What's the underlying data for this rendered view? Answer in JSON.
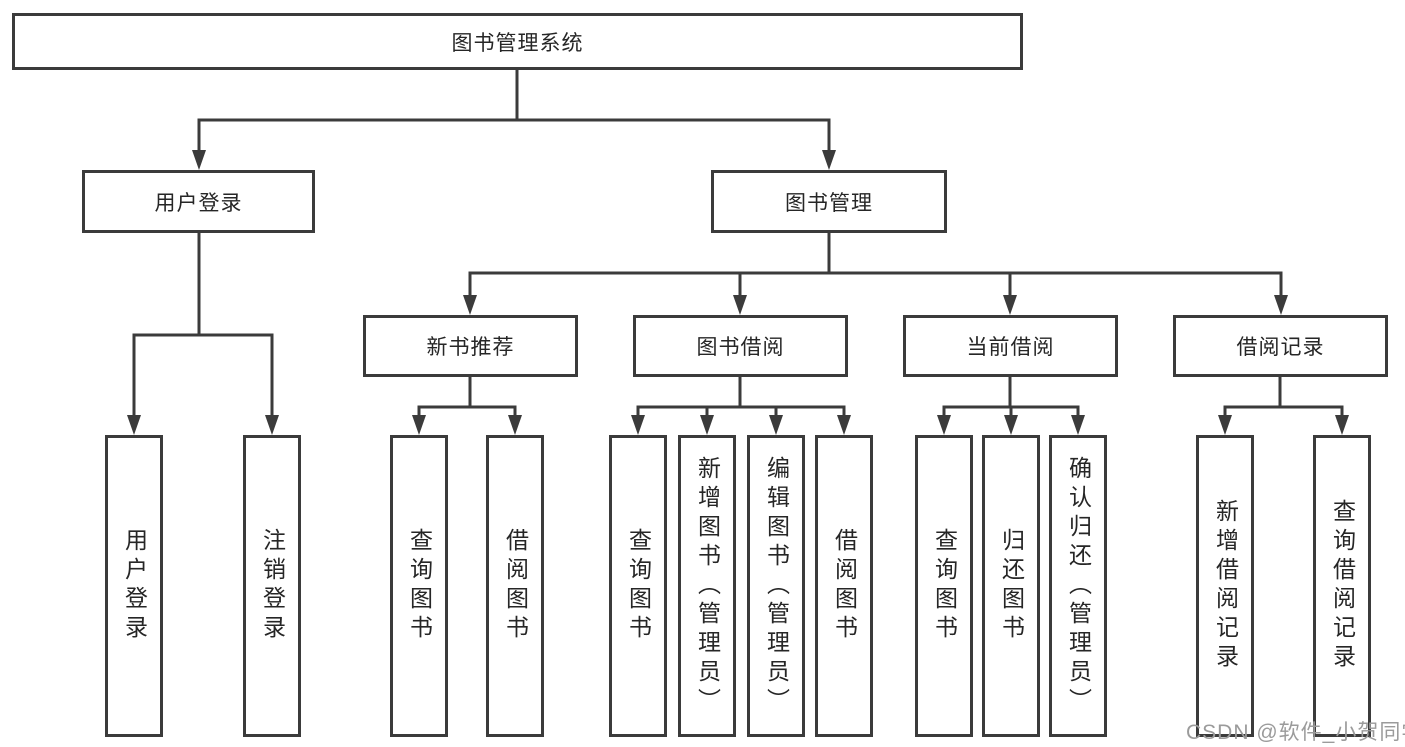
{
  "tree": {
    "root": "图书管理系统",
    "login": {
      "label": "用户登录",
      "leaves": [
        "用户登录",
        "注销登录"
      ]
    },
    "management": {
      "label": "图书管理",
      "groups": [
        {
          "label": "新书推荐",
          "leaves": [
            "查询图书",
            "借阅图书"
          ]
        },
        {
          "label": "图书借阅",
          "leaves": [
            "查询图书",
            "新增图书（管理员）",
            "编辑图书（管理员）",
            "借阅图书"
          ]
        },
        {
          "label": "当前借阅",
          "leaves": [
            "查询图书",
            "归还图书",
            "确认归还（管理员）"
          ]
        },
        {
          "label": "借阅记录",
          "leaves": [
            "新增借阅记录",
            "查询借阅记录"
          ]
        }
      ]
    }
  },
  "watermark": "CSDN @软件_小贺同学",
  "colors": {
    "line": "#3b3b3b",
    "text": "#262626",
    "watermark": "#9b9b9b",
    "background": "#ffffff"
  }
}
